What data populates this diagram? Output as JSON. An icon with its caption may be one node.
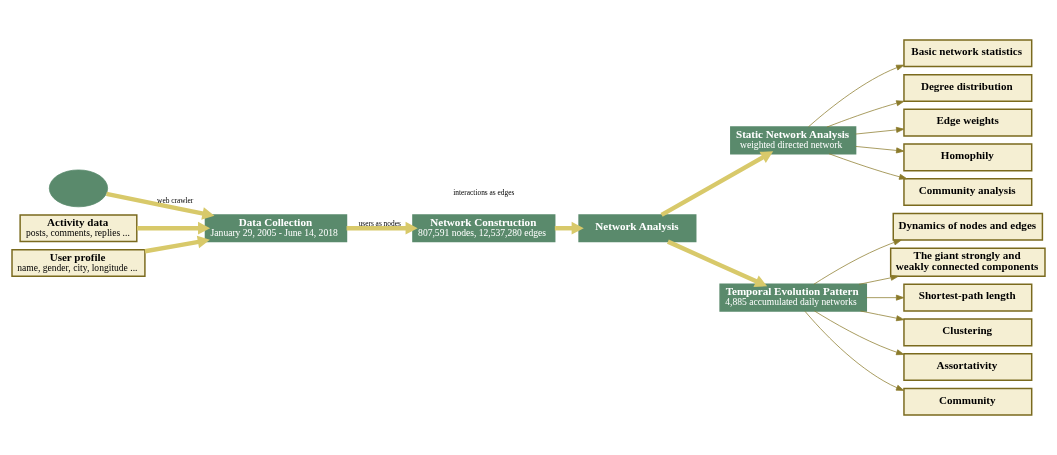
{
  "diagram": {
    "nodes": [
      {
        "text": [],
        "shape": "cloud"
      },
      {
        "text": [
          "Activity data",
          "posts, comments, replies ..."
        ]
      },
      {
        "text": [
          "Data Collection",
          "January 29, 2005 - June 14, 2018"
        ]
      },
      {
        "text": [
          "User profile",
          "name, gender, city, longitude ..."
        ]
      },
      {
        "text": [
          "Network Construction",
          "807,591 nodes, 12,537,280 edges"
        ]
      },
      {
        "text": [
          "Network Analysis"
        ]
      },
      {
        "text": [
          "Static Network Analysis",
          "weighted directed network"
        ]
      },
      {
        "text": [
          "Temporal Evolution Pattern",
          "4,885 accumulated daily networks"
        ]
      },
      {
        "text": [
          "Basic network statistics"
        ]
      },
      {
        "text": [
          "Degree distribution"
        ]
      },
      {
        "text": [
          "Edge weights"
        ]
      },
      {
        "text": [
          "Homophily"
        ]
      },
      {
        "text": [
          "Community analysis"
        ]
      },
      {
        "text": [
          "Dynamics of nodes and edges"
        ]
      },
      {
        "text": [
          "The giant strongly and weakly connected components"
        ]
      },
      {
        "text": [
          "Shortest-path length"
        ]
      },
      {
        "text": [
          "Clustering"
        ]
      },
      {
        "text": [
          "Assortativity"
        ]
      },
      {
        "text": [
          "Community"
        ]
      }
    ],
    "edges": [
      {
        "from": 0,
        "to": 2,
        "arrow": "to",
        "label": "web crawler",
        "style": "thick",
        "color": "#d8c96a"
      },
      {
        "from": 1,
        "to": 2,
        "arrow": "to",
        "style": "thick",
        "color": "#d8c96a"
      },
      {
        "from": 3,
        "to": 2,
        "arrow": "to",
        "style": "thick",
        "color": "#d8c96a"
      },
      {
        "from": 2,
        "to": 4,
        "arrow": "to",
        "label": "users as nodes",
        "style": "thick",
        "color": "#d8c96a"
      },
      {
        "from": 4,
        "to": 5,
        "arrow": "to",
        "style": "thick",
        "color": "#d8c96a"
      },
      {
        "from": 5,
        "to": 6,
        "arrow": "to",
        "style": "thick",
        "color": "#d8c96a"
      },
      {
        "from": 5,
        "to": 7,
        "arrow": "to",
        "style": "thick",
        "color": "#d8c96a"
      },
      {
        "from": 6,
        "to": 8,
        "arrow": "to"
      },
      {
        "from": 6,
        "to": 9,
        "arrow": "to"
      },
      {
        "from": 6,
        "to": 10,
        "arrow": "to"
      },
      {
        "from": 6,
        "to": 11,
        "arrow": "to"
      },
      {
        "from": 6,
        "to": 12,
        "arrow": "to"
      },
      {
        "from": 7,
        "to": 13,
        "arrow": "to"
      },
      {
        "from": 7,
        "to": 14,
        "arrow": "to"
      },
      {
        "from": 7,
        "to": 15,
        "arrow": "to"
      },
      {
        "from": 7,
        "to": 16,
        "arrow": "to"
      },
      {
        "from": 7,
        "to": 17,
        "arrow": "to"
      },
      {
        "from": 7,
        "to": 18,
        "arrow": "to"
      }
    ],
    "labels": [
      "interactions as edges"
    ]
  }
}
